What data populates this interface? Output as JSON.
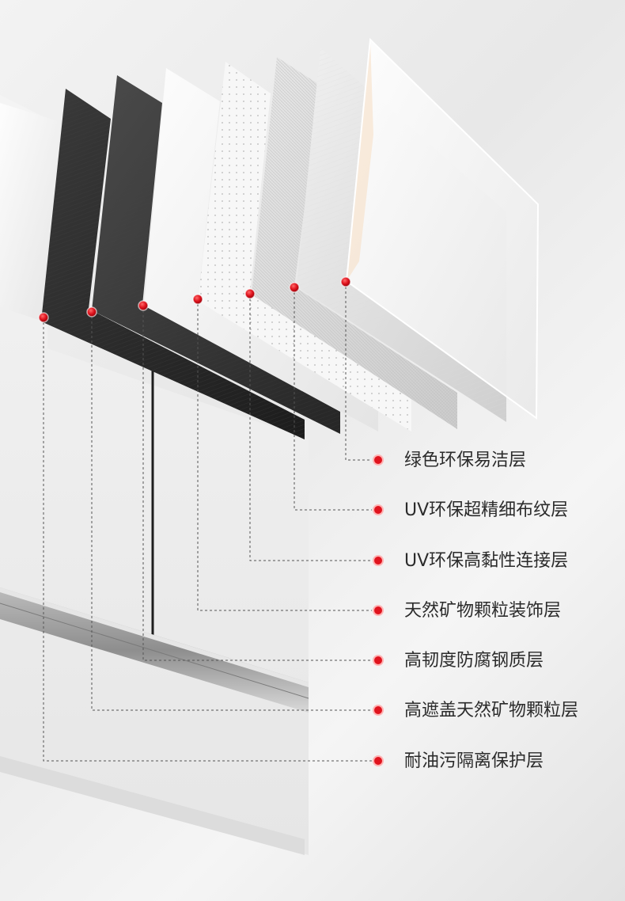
{
  "accent_color": "#e0141e",
  "layers": [
    {
      "label": "绿色环保易洁层"
    },
    {
      "label": "UV环保超精细布纹层"
    },
    {
      "label": "UV环保高黏性连接层"
    },
    {
      "label": "天然矿物颗粒装饰层"
    },
    {
      "label": "高韧度防腐钢质层"
    },
    {
      "label": "高遮盖天然矿物颗粒层"
    },
    {
      "label": "耐油污隔离保护层"
    }
  ]
}
